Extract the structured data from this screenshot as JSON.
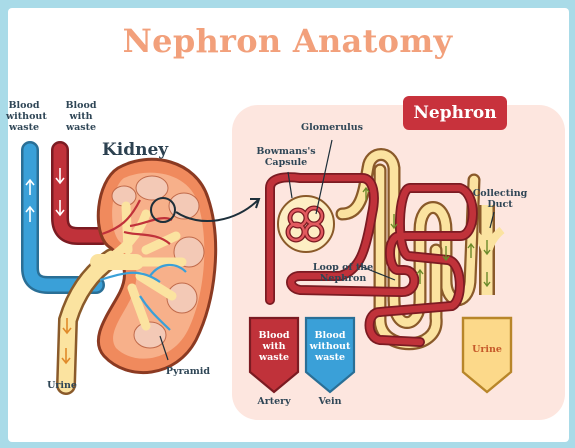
{
  "title": "Nephron Anatomy",
  "kidney": {
    "label": "Kidney",
    "blood_without_waste": "Blood without waste",
    "blood_with_waste": "Blood with waste",
    "urine": "Urine",
    "pyramid": "Pyramid"
  },
  "nephron": {
    "badge": "Nephron",
    "glomerulus": "Glomerulus",
    "bowmans_capsule": "Bowmans's Capsule",
    "loop_of_nephron": "Loop of the Nephron",
    "collecting_duct": "Collecting Duct",
    "artery_tag": "Blood with waste",
    "vein_tag": "Blood without waste",
    "urine_tag": "Urine",
    "artery": "Artery",
    "vein": "Vein"
  },
  "colors": {
    "artery_red": "#c0323a",
    "vein_blue": "#3aa0d8",
    "tubule_yellow": "#fbe3a0",
    "kidney_orange": "#f08a5d",
    "panel_pink": "#fde6df",
    "title_orange": "#f2a07b"
  }
}
